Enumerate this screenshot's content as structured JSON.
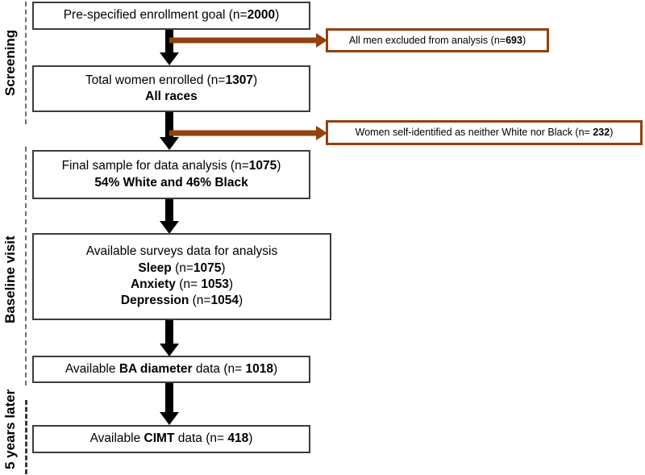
{
  "figure": {
    "type": "participant-flow-diagram",
    "accent_brown": "#92410f",
    "box_border": "#3c3c3c",
    "rail_color": "#6e6e6e"
  },
  "stages": [
    {
      "id": "screening",
      "label": "Screening"
    },
    {
      "id": "baseline-visit",
      "label": "Baseline visit"
    },
    {
      "id": "five-years-later",
      "label": "5 years later"
    }
  ],
  "nodes": [
    {
      "id": "enrollment-goal",
      "lines": [
        [
          {
            "t": "Pre-specified enrollment goal (n=",
            "b": false
          },
          {
            "t": "2000",
            "b": true
          },
          {
            "t": ")",
            "b": false
          }
        ]
      ]
    },
    {
      "id": "total-women-enrolled",
      "lines": [
        [
          {
            "t": "Total women enrolled (n=",
            "b": false
          },
          {
            "t": "1307",
            "b": true
          },
          {
            "t": ")",
            "b": false
          }
        ],
        [
          {
            "t": "All races",
            "b": true
          }
        ]
      ]
    },
    {
      "id": "final-sample",
      "lines": [
        [
          {
            "t": "Final sample for data analysis (n=",
            "b": false
          },
          {
            "t": "1075",
            "b": true
          },
          {
            "t": ")",
            "b": false
          }
        ],
        [
          {
            "t": "54% White and 46% Black",
            "b": true
          }
        ]
      ]
    },
    {
      "id": "available-surveys",
      "lines": [
        [
          {
            "t": "Available surveys data for analysis",
            "b": false
          }
        ],
        [
          {
            "t": "Sleep",
            "b": true
          },
          {
            "t": " (n=",
            "b": false
          },
          {
            "t": "1075",
            "b": true
          },
          {
            "t": ")",
            "b": false
          }
        ],
        [
          {
            "t": "Anxiety",
            "b": true
          },
          {
            "t": " (n= ",
            "b": false
          },
          {
            "t": "1053",
            "b": true
          },
          {
            "t": ")",
            "b": false
          }
        ],
        [
          {
            "t": "Depression",
            "b": true
          },
          {
            "t": " (n=",
            "b": false
          },
          {
            "t": "1054",
            "b": true
          },
          {
            "t": ")",
            "b": false
          }
        ]
      ]
    },
    {
      "id": "ba-diameter",
      "lines": [
        [
          {
            "t": "Available ",
            "b": false
          },
          {
            "t": "BA diameter",
            "b": true
          },
          {
            "t": " data (n= ",
            "b": false
          },
          {
            "t": "1018",
            "b": true
          },
          {
            "t": ")",
            "b": false
          }
        ]
      ]
    },
    {
      "id": "cimt",
      "lines": [
        [
          {
            "t": "Available ",
            "b": false
          },
          {
            "t": "CIMT",
            "b": true
          },
          {
            "t": " data (n= ",
            "b": false
          },
          {
            "t": "418",
            "b": true
          },
          {
            "t": ")",
            "b": false
          }
        ]
      ]
    }
  ],
  "exclusions": [
    {
      "id": "men-excluded",
      "lines": [
        [
          {
            "t": "All men excluded from analysis (n=",
            "b": false
          },
          {
            "t": "693",
            "b": true
          },
          {
            "t": ")",
            "b": false
          }
        ]
      ]
    },
    {
      "id": "other-race-excluded",
      "lines": [
        [
          {
            "t": "Women self-identified as neither White nor Black (n= ",
            "b": false
          },
          {
            "t": "232",
            "b": true
          },
          {
            "t": ")",
            "b": false
          }
        ]
      ]
    }
  ],
  "counts": {
    "enrollment_goal": 2000,
    "men_excluded": 693,
    "total_women_enrolled": 1307,
    "other_race_excluded": 232,
    "final_sample": 1075,
    "pct_white": 54,
    "pct_black": 46,
    "sleep": 1075,
    "anxiety": 1053,
    "depression": 1054,
    "ba_diameter": 1018,
    "cimt": 418
  }
}
